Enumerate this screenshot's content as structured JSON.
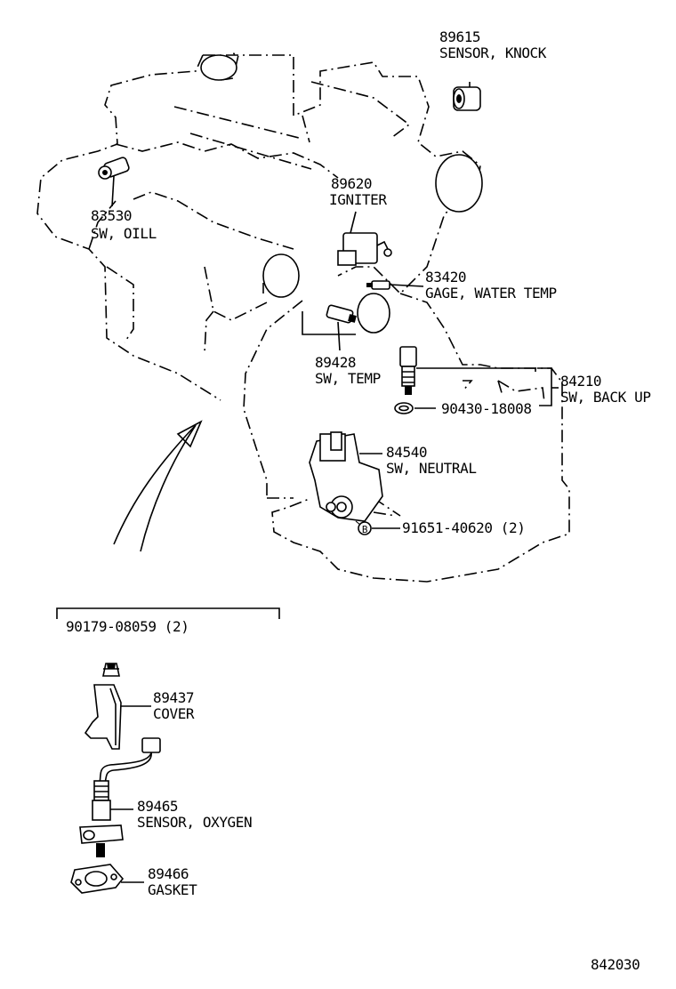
{
  "diagram_number": "842030",
  "parts": {
    "knock_sensor": {
      "number": "89615",
      "name": "SENSOR, KNOCK"
    },
    "oil_switch": {
      "number": "83530",
      "name": "SW, OILL"
    },
    "igniter": {
      "number": "89620",
      "name": "IGNITER"
    },
    "water_temp_gage": {
      "number": "83420",
      "name": "GAGE, WATER TEMP"
    },
    "temp_switch": {
      "number": "89428",
      "name": "SW, TEMP"
    },
    "backup_switch": {
      "number": "84210",
      "name": "SW, BACK UP"
    },
    "gasket_ring": {
      "number": "90430-18008"
    },
    "neutral_switch": {
      "number": "84540",
      "name": "SW, NEUTRAL"
    },
    "bolt": {
      "number": "91651-40620 (2)",
      "marker": "B"
    },
    "nut": {
      "number": "90179-08059 (2)"
    },
    "cover": {
      "number": "89437",
      "name": "COVER"
    },
    "oxygen_sensor": {
      "number": "89465",
      "name": "SENSOR, OXYGEN"
    },
    "gasket": {
      "number": "89466",
      "name": "GASKET"
    }
  }
}
